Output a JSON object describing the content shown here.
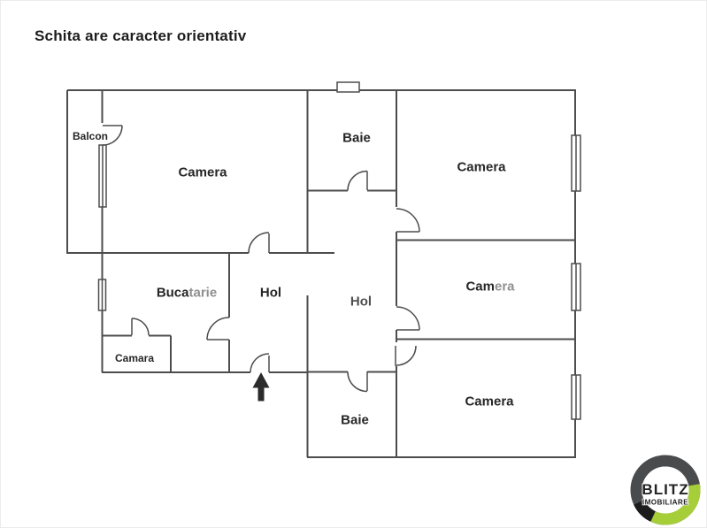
{
  "title": "Schita are caracter orientativ",
  "rooms": {
    "balcon": {
      "label": "Balcon"
    },
    "camera_top_left": {
      "label": "Camera"
    },
    "baie_top": {
      "label": "Baie"
    },
    "camera_top_right": {
      "label": "Camera"
    },
    "bucatarie": {
      "label_dark": "Buca",
      "label_light": "tarie"
    },
    "hol_left": {
      "label": "Hol"
    },
    "hol_center": {
      "label": "Hol"
    },
    "camera_middle_right": {
      "label_dark": "Cam",
      "label_light": "era"
    },
    "camara": {
      "label": "Camara"
    },
    "baie_bottom": {
      "label": "Baie"
    },
    "camera_bottom_right": {
      "label": "Camera"
    }
  },
  "logo": {
    "brand": "BLITZ",
    "subtitle": "IMOBILIARE",
    "ring_color": "#4a4b4d",
    "accent_green": "#a6ce39",
    "accent_black": "#1c1c1c"
  },
  "colors": {
    "wall": "#4d4d4d",
    "label": "#262626",
    "label_light": "#8f8f8f",
    "background": "#ffffff"
  }
}
